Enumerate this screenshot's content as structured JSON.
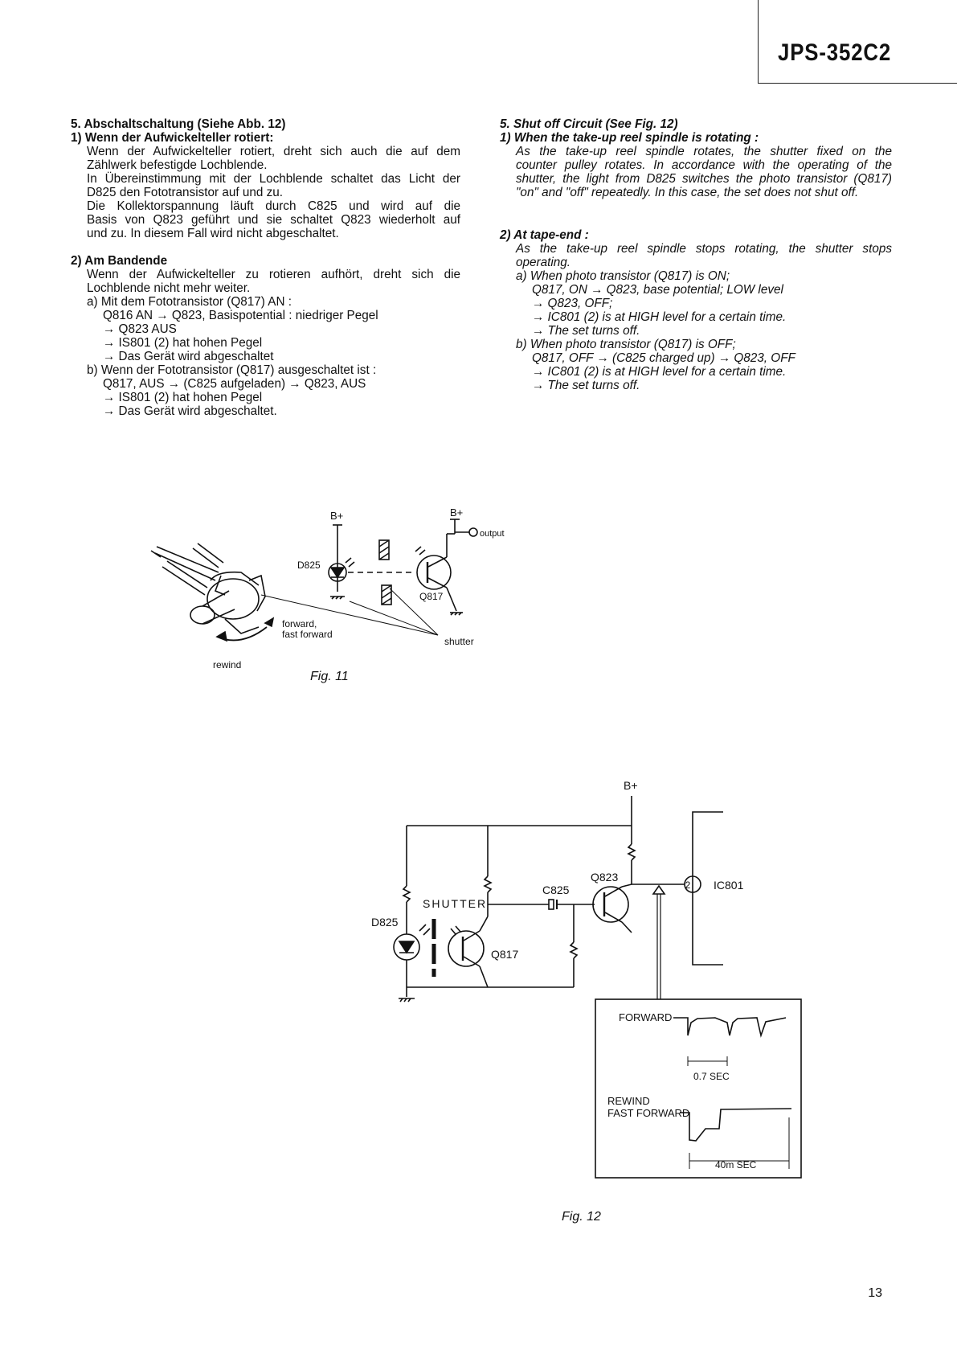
{
  "header": {
    "model": "JPS-352C2"
  },
  "german": {
    "section_title": "5. Abschaltschaltung (Siehe Abb. 12)",
    "sub1_title": "1) Wenn der Aufwickelteller rotiert:",
    "sub1_lines": [
      "Wenn der Aufwickelteller rotiert, dreht sich auch die auf dem",
      "Zählwerk befestigde Lochblende.",
      "In Übereinstimmung mit der Lochblende schaltet das Licht der",
      "D825 den Fototransistor auf und zu.",
      "Die Kollektorspannung läuft durch C825 und wird auf die",
      "Basis von Q823 geführt und sie schaltet Q823 wiederholt auf",
      "und zu. In diesem Fall wird nicht abgeschaltet."
    ],
    "sub2_title": "2) Am Bandende",
    "sub2_lines": [
      "Wenn der Aufwickelteller zu rotieren aufhört, dreht sich die",
      "Lochblende nicht mehr weiter."
    ],
    "a_title": "a) Mit dem Fototransistor (Q817) AN :",
    "a_lines": [
      "Q816 AN → Q823, Basispotential : niedriger Pegel",
      "→ Q823 AUS",
      "→ IS801 (2) hat hohen Pegel",
      "→ Das Gerät wird abgeschaltet"
    ],
    "b_title": "b) Wenn der Fototransistor (Q817) ausgeschaltet ist :",
    "b_lines": [
      "Q817, AUS → (C825 aufgeladen) → Q823, AUS",
      "→ IS801 (2) hat hohen Pegel",
      "→ Das Gerät wird abgeschaltet."
    ]
  },
  "english": {
    "section_title": "5. Shut off Circuit (See Fig. 12)",
    "sub1_title": "1) When the take-up reel spindle is rotating :",
    "sub1_lines": [
      "As the take-up reel spindle rotates, the shutter fixed on the",
      "counter pulley rotates. In accordance with the operating of the",
      "shutter, the light from D825 switches the photo transistor (Q817)",
      "\"on\" and \"off\" repeatedly. In this case, the set does not shut off."
    ],
    "sub2_title": "2) At tape-end :",
    "sub2_lines": [
      "As the take-up reel spindle stops rotating, the shutter stops",
      "operating."
    ],
    "a_title": "a) When photo transistor (Q817) is ON;",
    "a_lines": [
      "Q817, ON → Q823, base potential; LOW level",
      "→ Q823, OFF;",
      "→ IC801 (2) is at HIGH level for a certain time.",
      "→ The set turns off."
    ],
    "b_title": "b) When photo transistor (Q817) is OFF;",
    "b_lines": [
      "Q817, OFF → (C825 charged up) → Q823, OFF",
      "→ IC801 (2) is at HIGH level for a certain time.",
      "→ The set turns off."
    ]
  },
  "fig11": {
    "caption": "Fig. 11",
    "labels": {
      "bplus_left": "B+",
      "bplus_right": "B+",
      "output": "output",
      "diode": "D825",
      "transistor": "Q817",
      "forward": "forward,",
      "fast_forward": "fast forward",
      "rewind": "rewind",
      "shutter": "shutter"
    }
  },
  "fig12": {
    "caption": "Fig. 12",
    "labels": {
      "bplus": "B+",
      "shutter": "SHUTTER",
      "cap": "C825",
      "q823": "Q823",
      "ic": "IC801",
      "pin": "2",
      "d825": "D825",
      "q817": "Q817",
      "forward": "FORWARD",
      "period": "0.7 SEC",
      "rewind": "REWIND",
      "fast_forward": "FAST FORWARD",
      "duration": "40m SEC"
    }
  },
  "page_number": "13"
}
